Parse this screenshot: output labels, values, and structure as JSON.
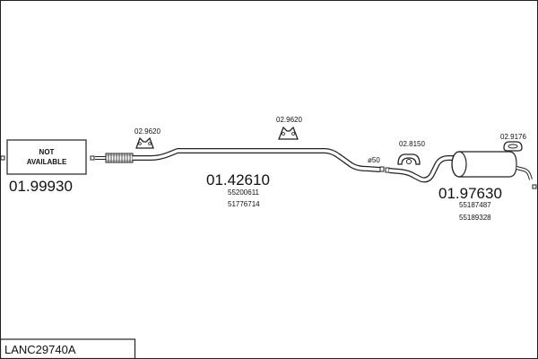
{
  "diagram": {
    "not_available_box": {
      "line1": "NOT",
      "line2": "AVAILABLE",
      "part_number": "01.99930"
    },
    "parts": [
      {
        "part_number": "01.42610",
        "oem_numbers": [
          "55200611",
          "51776714"
        ]
      },
      {
        "part_number": "01.97630",
        "oem_numbers": [
          "55187487",
          "55189328"
        ]
      }
    ],
    "mounts": [
      "02.9620",
      "02.9620",
      "02.8150",
      "02.9176"
    ],
    "diameter_label": "ø50",
    "footer_code": "LANC29740A"
  }
}
